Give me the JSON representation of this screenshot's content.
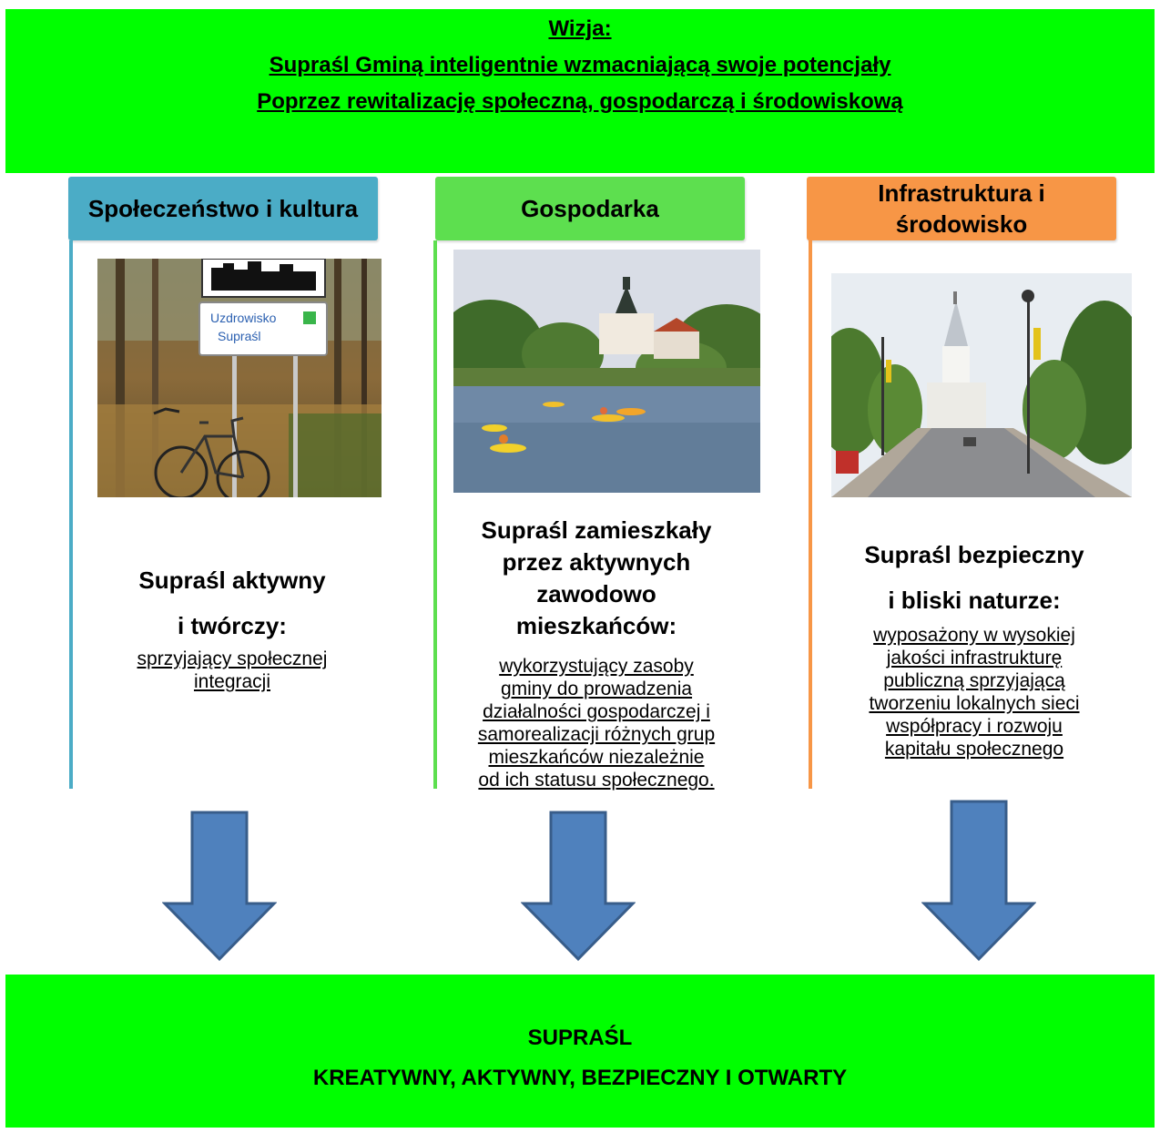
{
  "vision": {
    "heading": "Wizja:",
    "line1": "Supraśl Gminą inteligentnie wzmacniającą swoje potencjały",
    "line2": "Poprzez rewitalizację społeczną, gospodarczą i środowiskową"
  },
  "columns": [
    {
      "header": "Społeczeństwo i kultura",
      "header_color": "#4bacc6",
      "title_lines": [
        "Supraśl aktywny",
        "i twórczy:"
      ],
      "desc_lines": [
        "sprzyjający społecznej",
        "integracji"
      ],
      "photo_sign_text": [
        "Uzdrowisko",
        "Supraśl"
      ]
    },
    {
      "header": "Gospodarka",
      "header_color": "#5ddf4f",
      "title_lines": [
        "Supraśl zamieszkały",
        "przez aktywnych",
        "zawodowo",
        "mieszkańców:"
      ],
      "desc_lines": [
        "wykorzystujący zasoby",
        "gminy do prowadzenia",
        "działalności gospodarczej i",
        "samorealizacji różnych grup",
        "mieszkańców niezależnie",
        "od ich statusu społecznego."
      ]
    },
    {
      "header_lines": [
        "Infrastruktura i",
        "środowisko"
      ],
      "header_color": "#f79646",
      "title_lines": [
        "Supraśl bezpieczny",
        "i bliski naturze:"
      ],
      "desc_lines": [
        "wyposażony w wysokiej",
        "jakości infrastrukturę",
        "publiczną sprzyjającą",
        "tworzeniu lokalnych sieci",
        "współpracy i rozwoju",
        "kapitału społecznego"
      ]
    }
  ],
  "result": {
    "line1": "SUPRAŚL",
    "line2": "KREATYWNY, AKTYWNY, BEZPIECZNY I OTWARTY"
  },
  "colors": {
    "banner": "#00ff00",
    "arrow_fill": "#4f81bd",
    "arrow_stroke": "#385d8a"
  }
}
